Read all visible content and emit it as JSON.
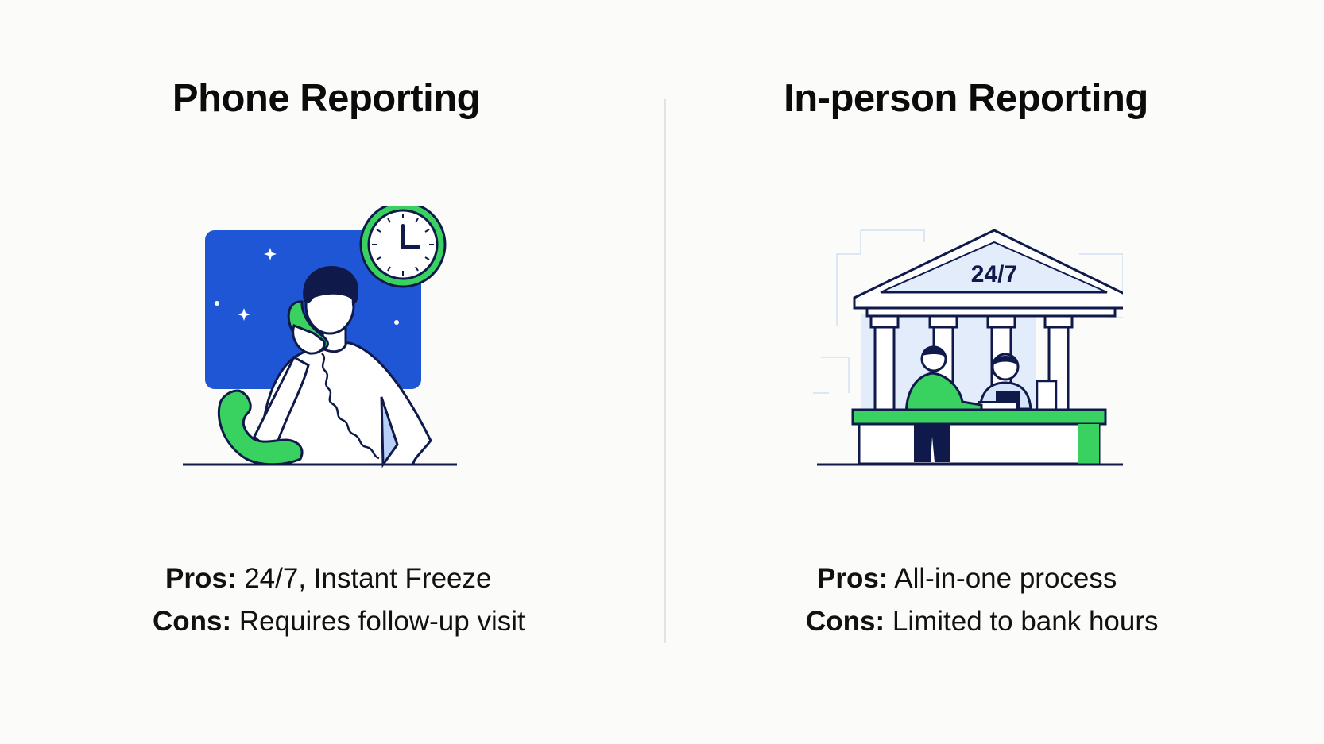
{
  "left": {
    "title": "Phone Reporting",
    "pros_label": "Pros:",
    "pros_text": " 24/7, Instant Freeze",
    "cons_label": "Cons:",
    "cons_text": " Requires follow-up visit"
  },
  "right": {
    "title": "In-person Reporting",
    "sign_text": "24/7",
    "pros_label": "Pros:",
    "pros_text": " All-in-one process",
    "cons_label": "Cons:",
    "cons_text": " Limited to bank hours"
  },
  "colors": {
    "night_blue": "#1f56d6",
    "accent_green": "#39d160",
    "ink": "#0f1a4a",
    "pale_blue": "#d6e4fb"
  }
}
